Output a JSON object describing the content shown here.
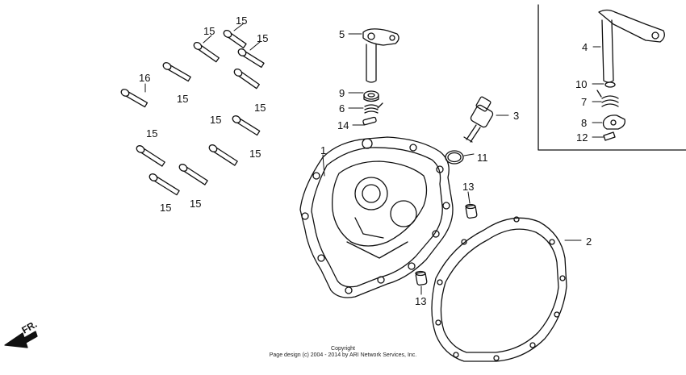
{
  "callouts": {
    "c1": "1",
    "c2": "2",
    "c3": "3",
    "c4": "4",
    "c5": "5",
    "c6": "6",
    "c7": "7",
    "c8": "8",
    "c9": "9",
    "c10": "10",
    "c11": "11",
    "c12": "12",
    "c13": "13",
    "c14": "14",
    "c15": "15",
    "c16": "16"
  },
  "front_arrow_label": "FR.",
  "footer": {
    "line1": "Copyright",
    "line2": "Page design (c) 2004 - 2014 by ARI Network Services, Inc."
  }
}
